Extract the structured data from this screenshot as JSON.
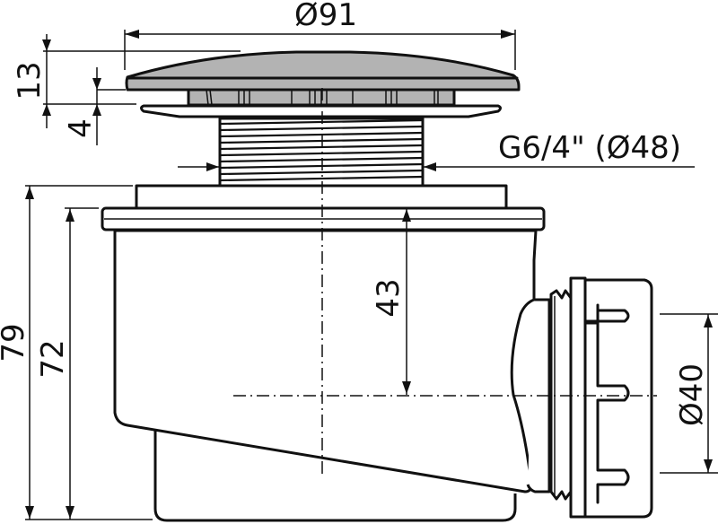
{
  "drawing": {
    "subject": "shower drain (trap) side view",
    "colors": {
      "line": "#111111",
      "cap_fill": "#b3b3b3",
      "background": "#ffffff"
    },
    "dimensions": {
      "cap_diameter": "Ø91",
      "cap_height": "13",
      "cap_gap": "4",
      "thread": "G6/4\" (Ø48)",
      "total_height": "79",
      "body_height": "72",
      "outlet_center_depth": "43",
      "outlet_diameter": "Ø40"
    }
  }
}
